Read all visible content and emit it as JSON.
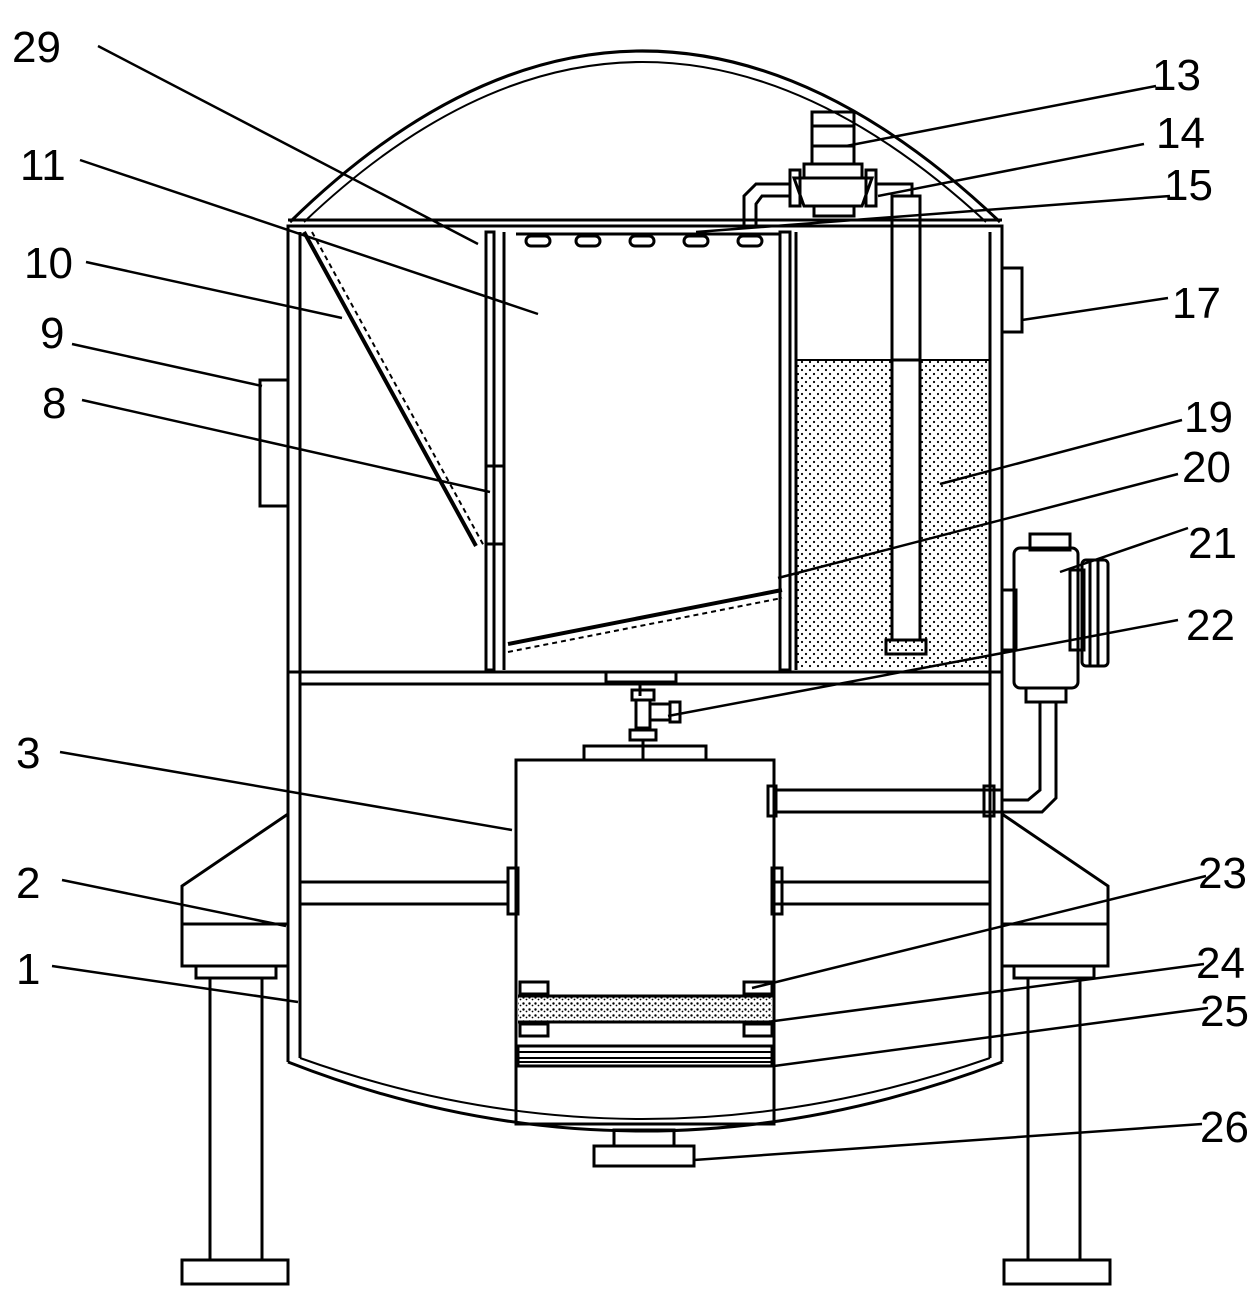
{
  "diagram": {
    "labels": {
      "l29": "29",
      "l11": "11",
      "l10": "10",
      "l9": "9",
      "l8": "8",
      "l3": "3",
      "l2": "2",
      "l1": "1",
      "l13": "13",
      "l14": "14",
      "l15": "15",
      "l17": "17",
      "l19": "19",
      "l20": "20",
      "l21": "21",
      "l22": "22",
      "l23": "23",
      "l24": "24",
      "l25": "25",
      "l26": "26"
    }
  }
}
